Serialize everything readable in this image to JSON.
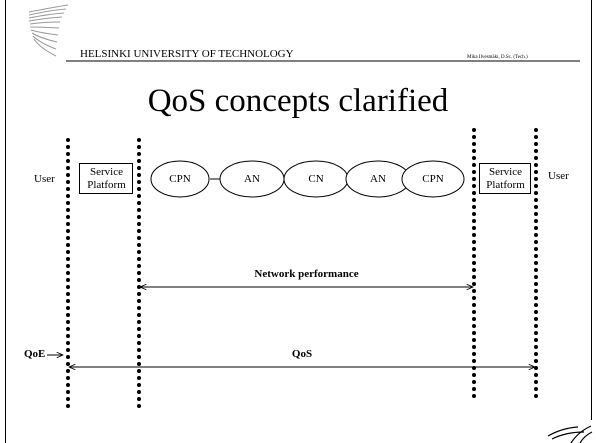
{
  "header": {
    "university": "HELSINKI UNIVERSITY OF TECHNOLOGY",
    "author": "Mika Ilvesmäki, D.Sc. (Tech.)"
  },
  "slide": {
    "title": "QoS concepts clarified"
  },
  "diagram": {
    "user_left": "User",
    "user_right": "User",
    "platform_left": [
      "Service",
      "Platform"
    ],
    "platform_right": [
      "Service",
      "Platform"
    ],
    "networks": [
      "CPN",
      "AN",
      "CN",
      "AN",
      "CPN"
    ],
    "network_performance": "Network performance",
    "qoe": "QoE",
    "qos": "QoS"
  }
}
